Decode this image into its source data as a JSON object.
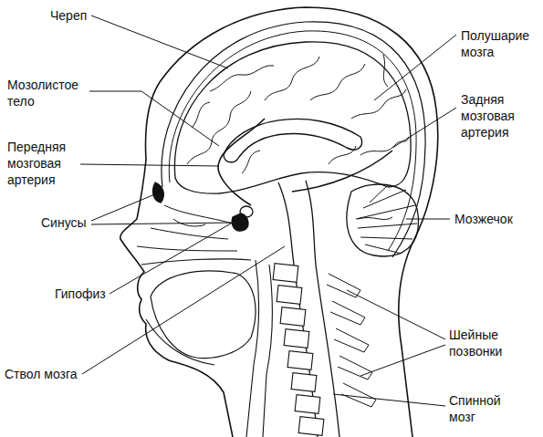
{
  "diagram": {
    "labels": [
      "Череп",
      "Мозолистое тело",
      "Передняя мозговая артерия",
      "Синусы",
      "Гипофиз",
      "Ствол мозга",
      "Полушарие мозга",
      "Задняя мозговая артерия",
      "Мозжечок",
      "Шейные позвонки",
      "Спинной мозг"
    ]
  }
}
